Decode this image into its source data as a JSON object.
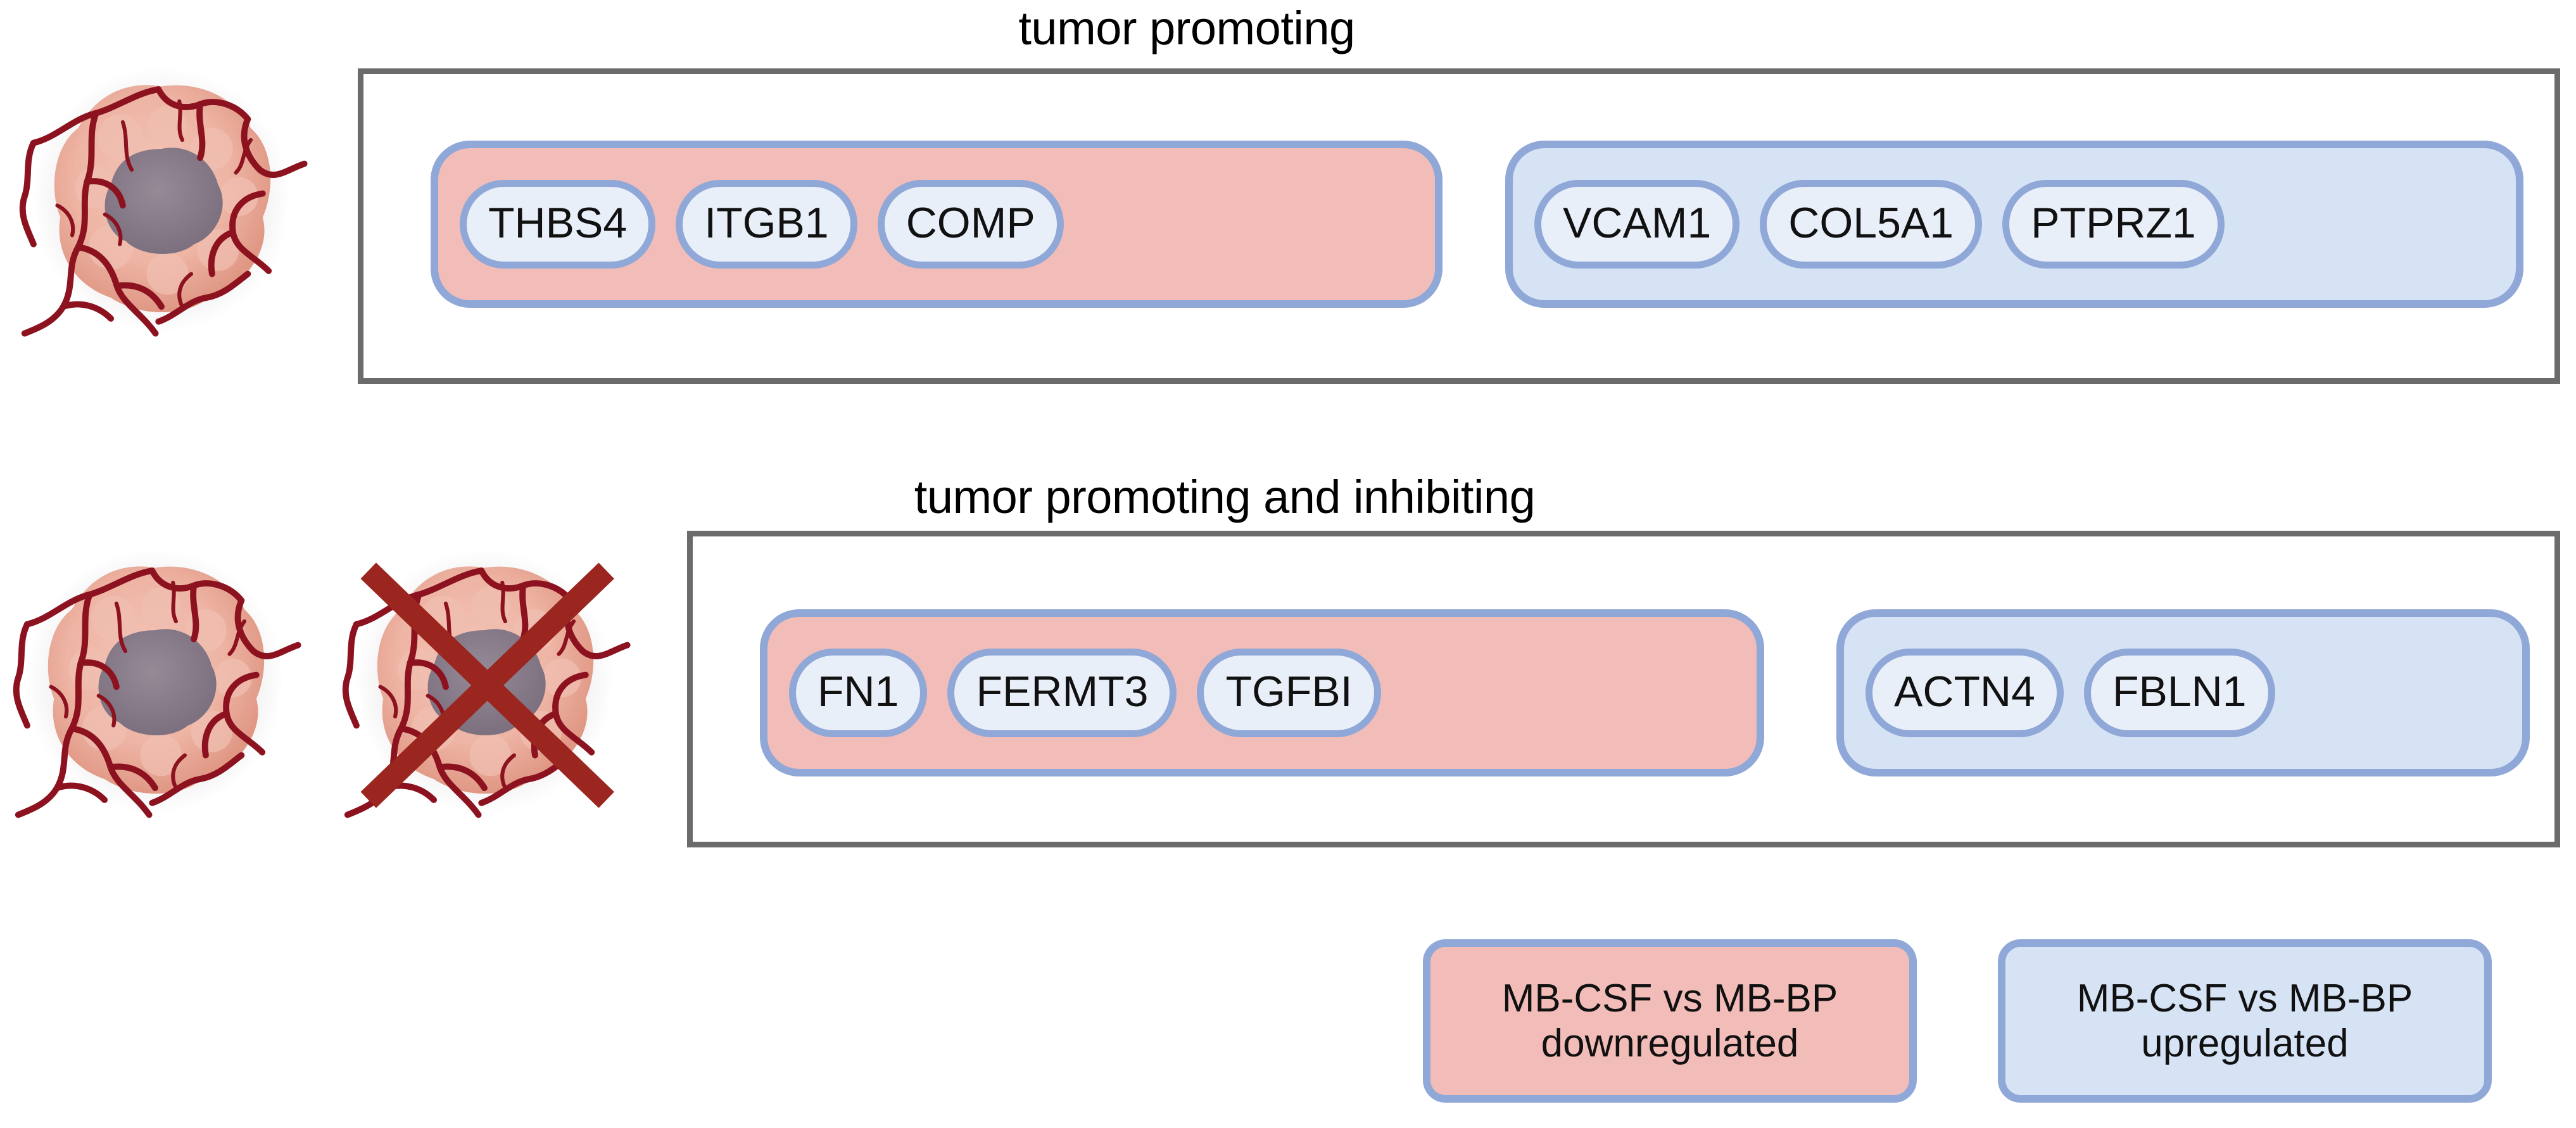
{
  "figure": {
    "sections": [
      {
        "id": "tumor-promoting",
        "title": "tumor promoting",
        "groups": [
          {
            "id": "row1-downregulated",
            "regulation": "downregulated",
            "color": "#f2bdb8",
            "genes": [
              "THBS4",
              "ITGB1",
              "COMP"
            ]
          },
          {
            "id": "row1-upregulated",
            "regulation": "upregulated",
            "color": "#d6e3f5",
            "genes": [
              "VCAM1",
              "COL5A1",
              "PTPRZ1"
            ]
          }
        ]
      },
      {
        "id": "tumor-promoting-and-inhibiting",
        "title": "tumor promoting and inhibiting",
        "groups": [
          {
            "id": "row2-downregulated",
            "regulation": "downregulated",
            "color": "#f2bdb8",
            "genes": [
              "FN1",
              "FERMT3",
              "TGFBI"
            ]
          },
          {
            "id": "row2-upregulated",
            "regulation": "upregulated",
            "color": "#d6e3f5",
            "genes": [
              "ACTN4",
              "FBLN1"
            ]
          }
        ]
      }
    ],
    "legend": [
      {
        "id": "legend-downregulated",
        "line1": "MB-CSF vs MB-BP",
        "line2": "downregulated",
        "color": "#f2bdb8"
      },
      {
        "id": "legend-upregulated",
        "line1": "MB-CSF vs MB-BP",
        "line2": "upregulated",
        "color": "#d6e3f5"
      }
    ],
    "icons": {
      "tumor_row1": "vascularized-tumor-icon",
      "tumor_row2_left": "vascularized-tumor-icon",
      "tumor_row2_right": "vascularized-tumor-crossed-out-icon"
    },
    "colors": {
      "panel_border": "#6b6b6b",
      "group_border": "#8fa8d8",
      "pill_fill": "#e9eff9",
      "downregulated_fill": "#f2bdb8",
      "upregulated_fill": "#d6e3f5",
      "cross_out": "#9b2620",
      "tumor_body": "#e8a394",
      "tumor_core": "#857a88",
      "vessel": "#8c1220"
    }
  }
}
